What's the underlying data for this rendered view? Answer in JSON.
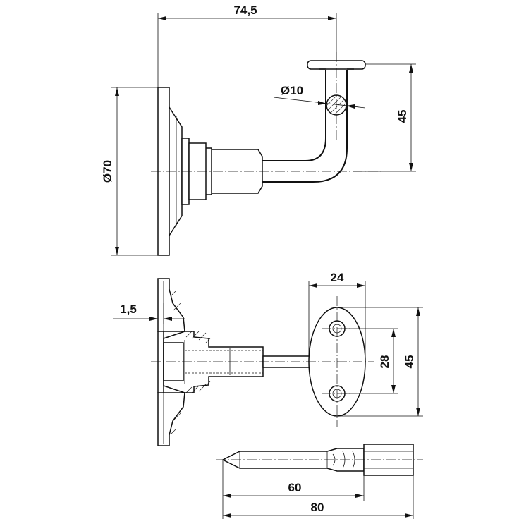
{
  "dimensions": {
    "top_length": "74,5",
    "top_diameter": "Ø70",
    "rod_diameter": "Ø10",
    "top_height": "45",
    "flange_thickness": "1,5",
    "plate_width": "24",
    "hole_spacing": "28",
    "plate_height": "45",
    "screw_thread": "60",
    "screw_total": "80"
  },
  "colors": {
    "line": "#111111",
    "background": "#ffffff"
  }
}
